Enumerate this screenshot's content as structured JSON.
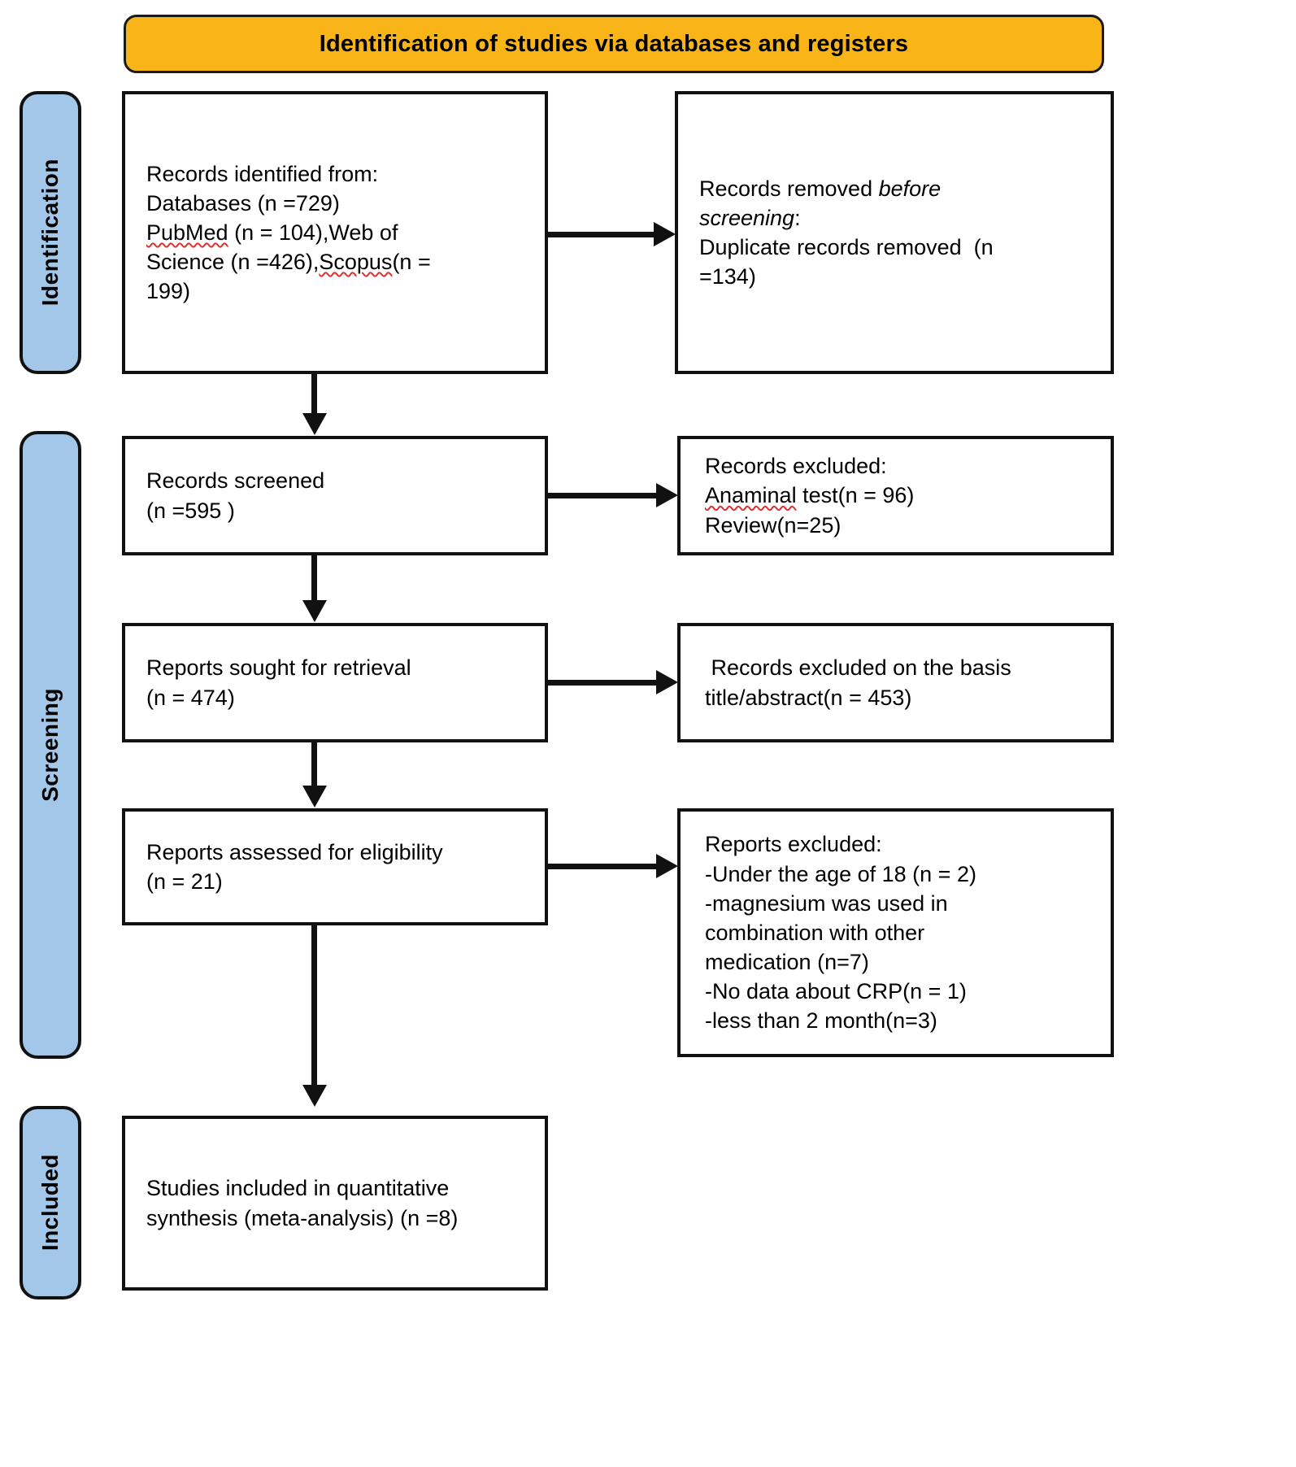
{
  "banner": {
    "title": "Identification of studies via databases and registers",
    "color": "#F9B417"
  },
  "phases": {
    "identification": "Identification",
    "screening": "Screening",
    "included": "Included",
    "color": "#A3C7E8"
  },
  "boxes": {
    "identified": {
      "name": "records-identified",
      "line1": "Records identified from:",
      "line2": "Databases (n =729)",
      "line3a": "PubMed",
      "line3b": " (n = 104),Web of",
      "line4a": "Science (n =426),",
      "line4b": "Scopus",
      "line4c": "(n =",
      "line5": "199)"
    },
    "removed": {
      "name": "records-removed-before-screening",
      "line1a": "Records removed ",
      "line1b": "before",
      "line2a": "screening",
      "line2b": ":",
      "line3": "Duplicate records removed  (n",
      "line4": "=134)"
    },
    "screened": {
      "name": "records-screened",
      "line1": "Records screened",
      "line2": "(n =595 )"
    },
    "records_excluded": {
      "name": "records-excluded",
      "line1": "Records excluded:",
      "line2a": "Anaminal",
      "line2b": " test(n = 96)",
      "line3": "Review(n=25)"
    },
    "sought": {
      "name": "reports-sought-for-retrieval",
      "line1": "Reports sought for retrieval",
      "line2": "(n = 474)"
    },
    "excluded_basis": {
      "name": "records-excluded-title-abstract",
      "line1": " Records excluded on the basis",
      "line2": "title/abstract(n = 453)"
    },
    "assessed": {
      "name": "reports-assessed-for-eligibility",
      "line1": "Reports assessed for eligibility",
      "line2": "(n = 21)"
    },
    "reports_excluded": {
      "name": "reports-excluded",
      "line1": "Reports excluded:",
      "line2": "-Under the age of 18 (n = 2)",
      "line3": "-magnesium was used in",
      "line4": "combination with other",
      "line5": "medication (n=7)",
      "line6": "-No data about CRP(n = 1)",
      "line7": "-less than 2 month(n=3)"
    },
    "included": {
      "name": "studies-included",
      "line1": "Studies included in quantitative",
      "line2": "synthesis (meta-analysis) (n =8)"
    }
  },
  "arrows": {
    "identified_to_removed": "arrow-right",
    "identified_to_screened": "arrow-down",
    "screened_to_excluded": "arrow-right",
    "screened_to_sought": "arrow-down",
    "sought_to_excluded_basis": "arrow-right",
    "sought_to_assessed": "arrow-down",
    "assessed_to_reports_excluded": "arrow-right",
    "assessed_to_included": "arrow-down"
  }
}
